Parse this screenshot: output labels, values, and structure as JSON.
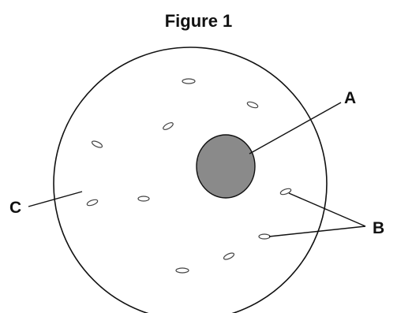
{
  "figure": {
    "title": "Figure 1"
  },
  "labels": {
    "a": "A",
    "b": "B",
    "c": "C"
  },
  "colors": {
    "outline": "#111111",
    "nucleus_fill": "#8a8a8a",
    "background": "#ffffff"
  }
}
